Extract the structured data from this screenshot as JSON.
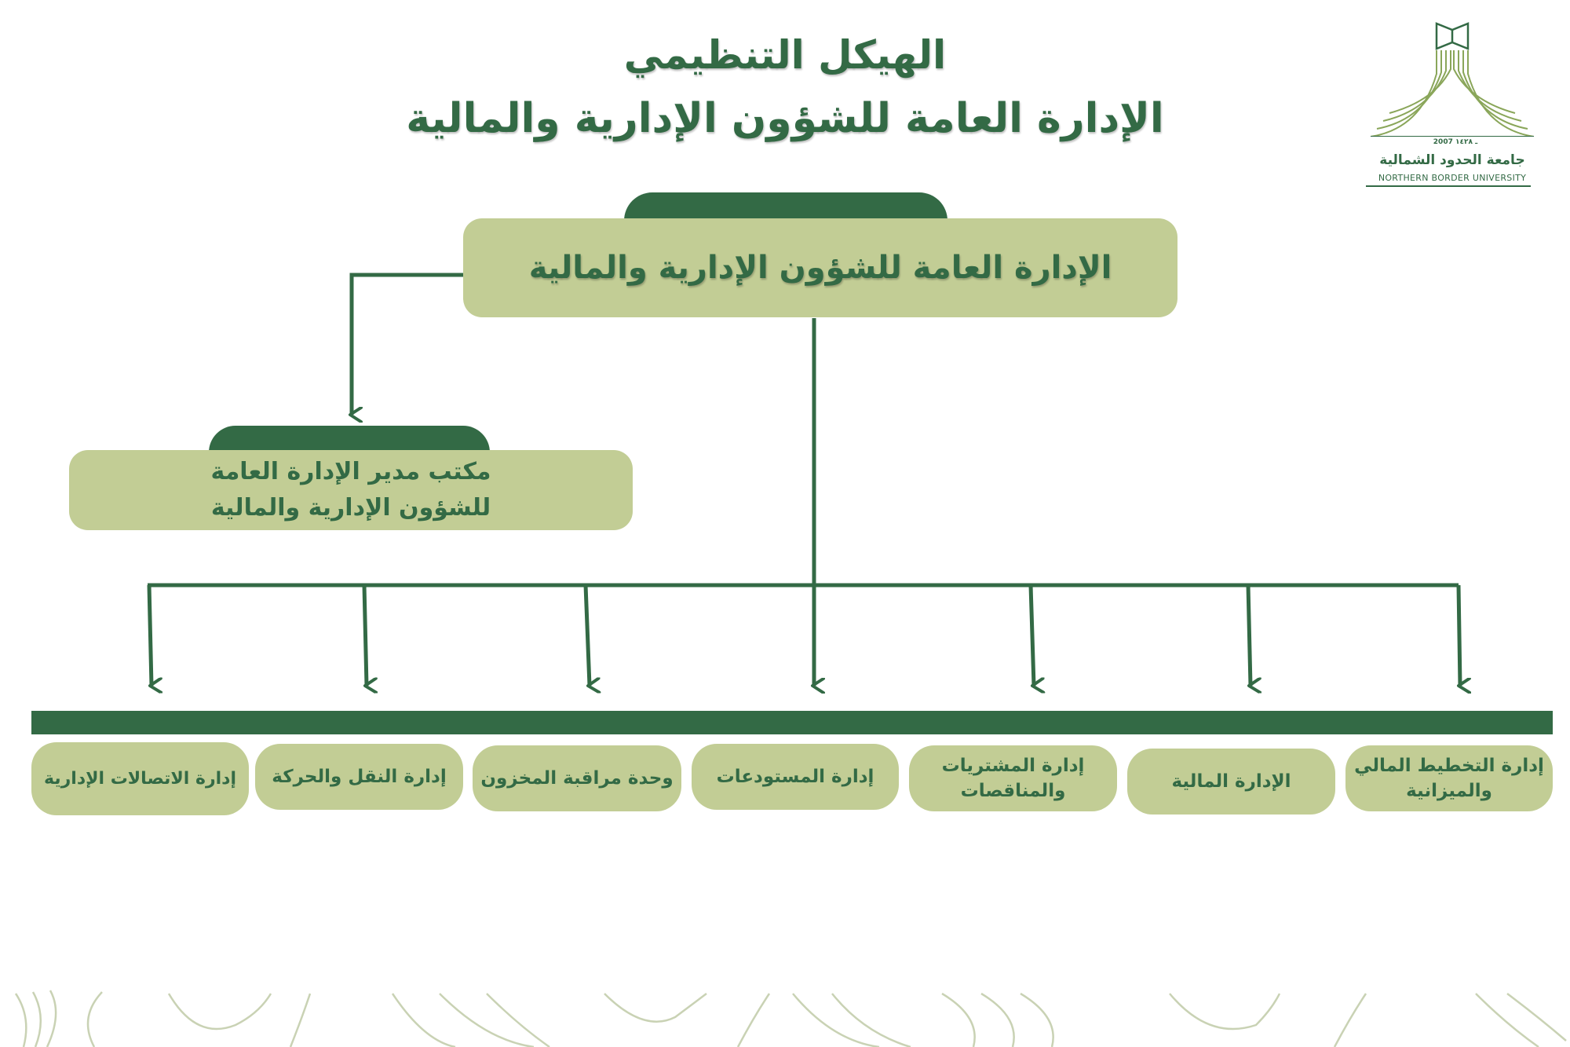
{
  "title": {
    "line1": "الهيكل التنظيمي",
    "line2": "الإدارة العامة للشؤون الإدارية والمالية"
  },
  "logo": {
    "year": "2007 ـ ١٤٢٨",
    "name_ar": "جامعة الحدود الشمالية",
    "name_en": "NORTHERN BORDER UNIVERSITY"
  },
  "top_box": {
    "label": "الإدارة العامة للشؤون الإدارية والمالية"
  },
  "office_box": {
    "line1": "مكتب مدير الإدارة العامة",
    "line2": "للشؤون الإدارية والمالية"
  },
  "departments": [
    {
      "line1": "إدارة التخطيط المالي",
      "line2": "والميزانية"
    },
    {
      "line1": "الإدارة المالية",
      "line2": ""
    },
    {
      "line1": "إدارة المشتريات",
      "line2": "والمناقصات"
    },
    {
      "line1": "إدارة المستودعات",
      "line2": ""
    },
    {
      "line1": "وحدة مراقبة المخزون",
      "line2": ""
    },
    {
      "line1": "إدارة النقل والحركة",
      "line2": ""
    },
    {
      "line1": "إدارة الاتصالات الإدارية",
      "line2": ""
    }
  ],
  "colors": {
    "dark_green": "#336a45",
    "light_green": "#c2cd95",
    "background": "#ffffff"
  }
}
